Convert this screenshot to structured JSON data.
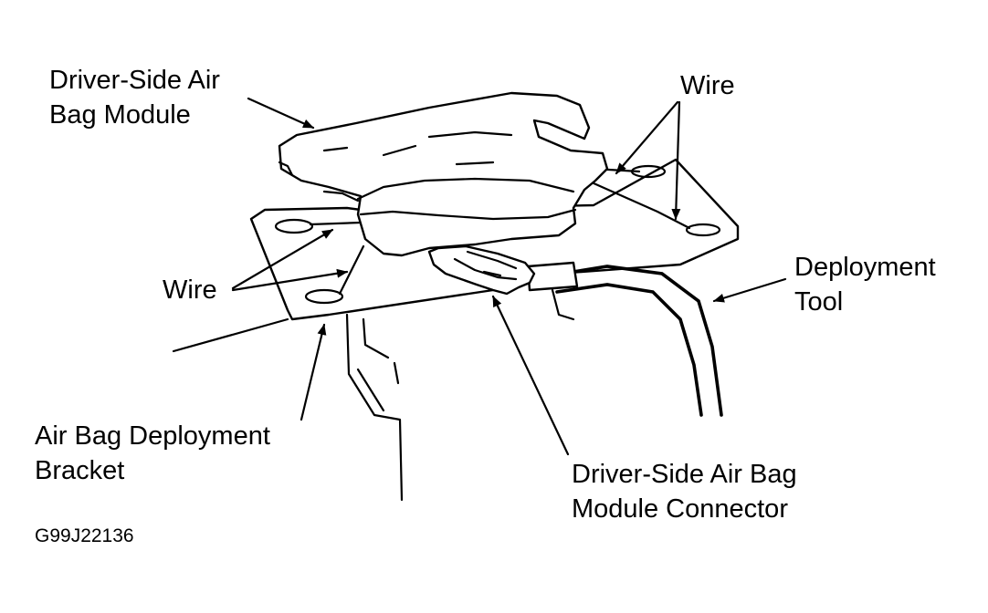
{
  "labels": {
    "module_line1": "Driver-Side Air",
    "module_line2": "Bag Module",
    "wire_right": "Wire",
    "wire_left": "Wire",
    "tool_line1": "Deployment",
    "tool_line2": "Tool",
    "bracket_line1": "Air Bag Deployment",
    "bracket_line2": "Bracket",
    "connector_line1": "Driver-Side Air Bag",
    "connector_line2": "Module Connector"
  },
  "figure_code": "G99J22136"
}
